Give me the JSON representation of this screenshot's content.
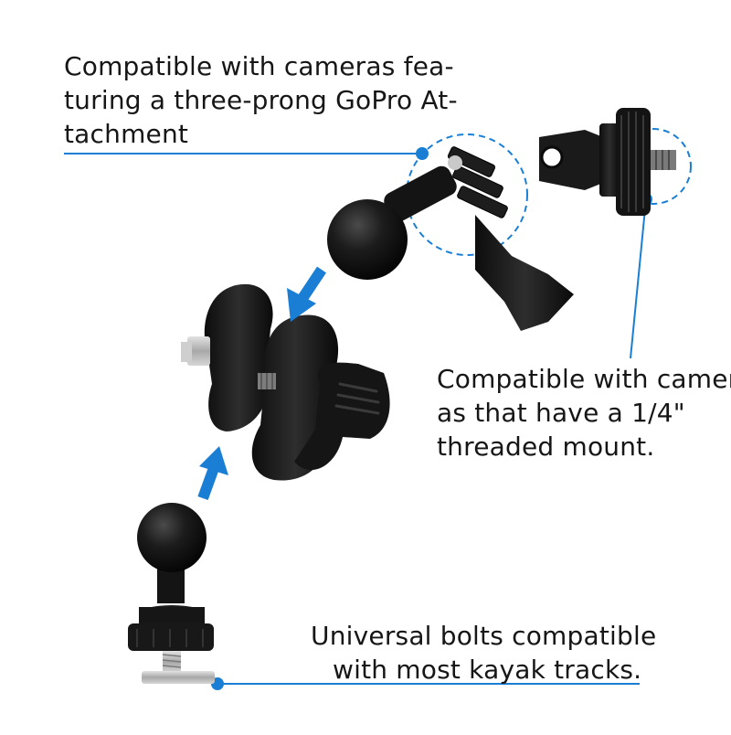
{
  "captions": {
    "gopro": [
      "Compatible with cameras fea-",
      "turing a three-prong GoPro At-",
      "tachment"
    ],
    "thread": [
      "Compatible with camer-",
      "as that have a 1/4\"",
      "threaded mount."
    ],
    "bolt": [
      "Universal bolts compatible",
      "with most kayak tracks."
    ]
  },
  "colors": {
    "accent": "#1a7fd4",
    "hardware": "#141414",
    "metal": "#b8b8b8"
  },
  "icons": [
    "arrow-down-left-icon",
    "arrow-up-right-icon"
  ]
}
